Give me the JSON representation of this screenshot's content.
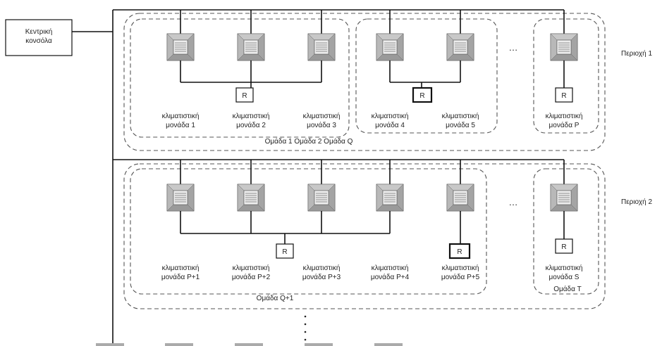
{
  "central_console": {
    "line1": "Κεντρική",
    "line2": "κονσόλα"
  },
  "regions": [
    {
      "label": "Περιοχή 1"
    },
    {
      "label": "Περιοχή 2"
    }
  ],
  "unit_word": "κλιματιστική",
  "remote_label": "R",
  "ellipsis": "…",
  "region1": {
    "units": [
      {
        "line1": "κλιματιστική",
        "line2": "μονάδα 1"
      },
      {
        "line1": "κλιματιστική",
        "line2": "μονάδα 2"
      },
      {
        "line1": "κλιματιστική",
        "line2": "μονάδα 3"
      },
      {
        "line1": "κλιματιστική",
        "line2": "μονάδα 4"
      },
      {
        "line1": "κλιματιστική",
        "line2": "μονάδα 5"
      },
      {
        "line1": "κλιματιστική",
        "line2": "μονάδα P"
      }
    ],
    "group_caption": "Ομάδα 1 Ομάδα 2 Ομάδα Q"
  },
  "region2": {
    "units": [
      {
        "line1": "κλιματιστική",
        "line2": "μονάδα P+1"
      },
      {
        "line1": "κλιματιστική",
        "line2": "μονάδα P+2"
      },
      {
        "line1": "κλιματιστική",
        "line2": "μονάδα P+3"
      },
      {
        "line1": "κλιματιστική",
        "line2": "μονάδα P+4"
      },
      {
        "line1": "κλιματιστική",
        "line2": "μονάδα P+5"
      },
      {
        "line1": "κλιματιστική",
        "line2": "μονάδα S"
      }
    ],
    "group_caption_main": "Ομάδα Q+1",
    "group_caption_last": "Ομάδα T"
  }
}
